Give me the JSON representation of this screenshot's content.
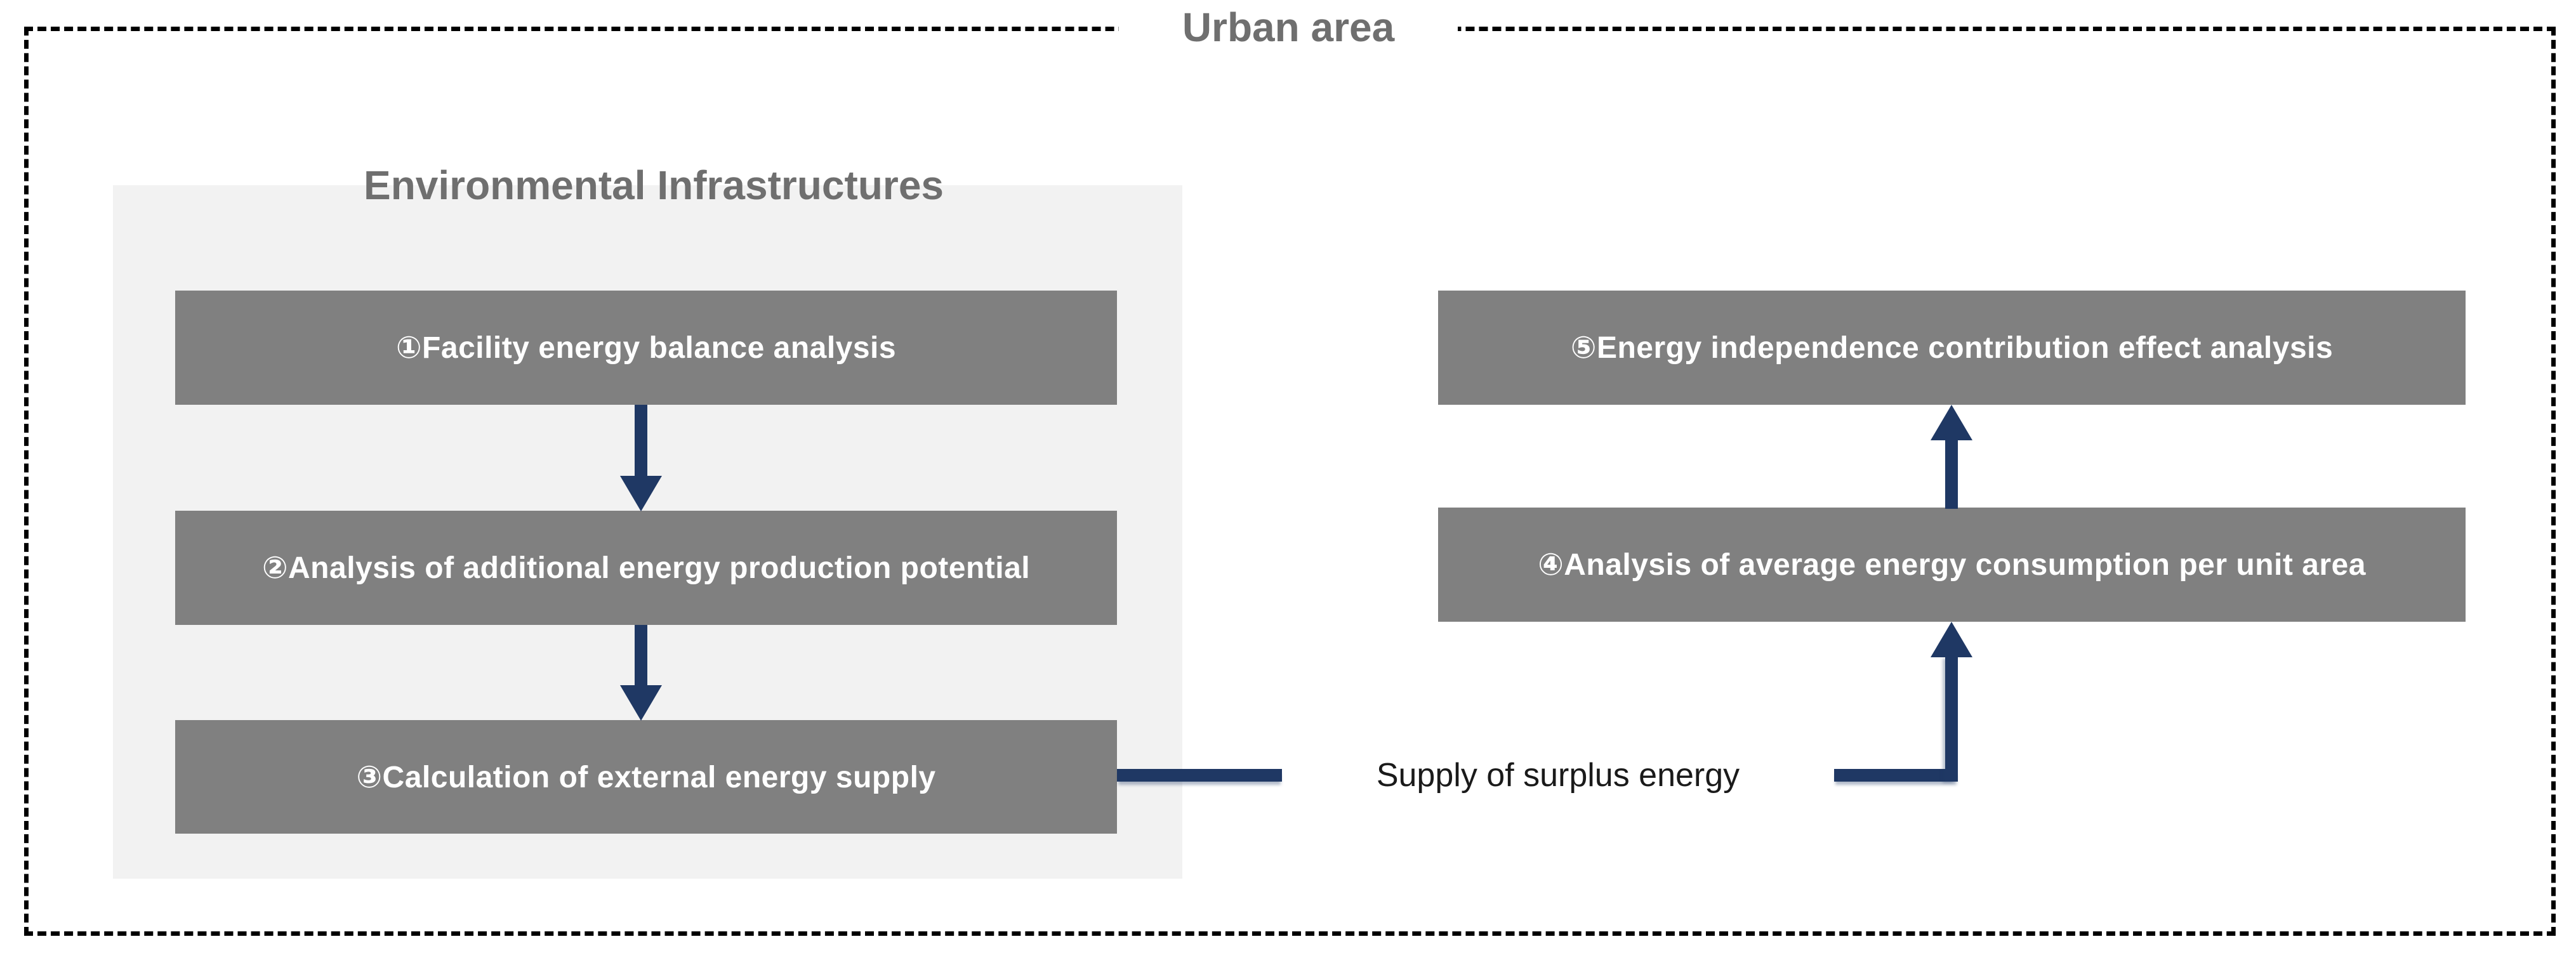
{
  "urban_area": {
    "title": "Urban area"
  },
  "environmental_infrastructures": {
    "label": "Environmental Infrastructures"
  },
  "steps": {
    "step1": "①Facility energy balance analysis",
    "step2": "②Analysis of additional energy production potential",
    "step3": "③Calculation of external energy supply",
    "step4": "④Analysis of average energy consumption per unit area",
    "step5": "⑤Energy independence contribution effect analysis"
  },
  "connector": {
    "label": "Supply of surplus energy"
  },
  "colors": {
    "box_gray": "#808080",
    "panel_gray": "#f2f2f2",
    "arrow_navy": "#1f3864",
    "title_gray": "#6f6f6f",
    "border_black": "#000000",
    "box_text": "#ffffff",
    "label_black": "#1a1a1a"
  }
}
